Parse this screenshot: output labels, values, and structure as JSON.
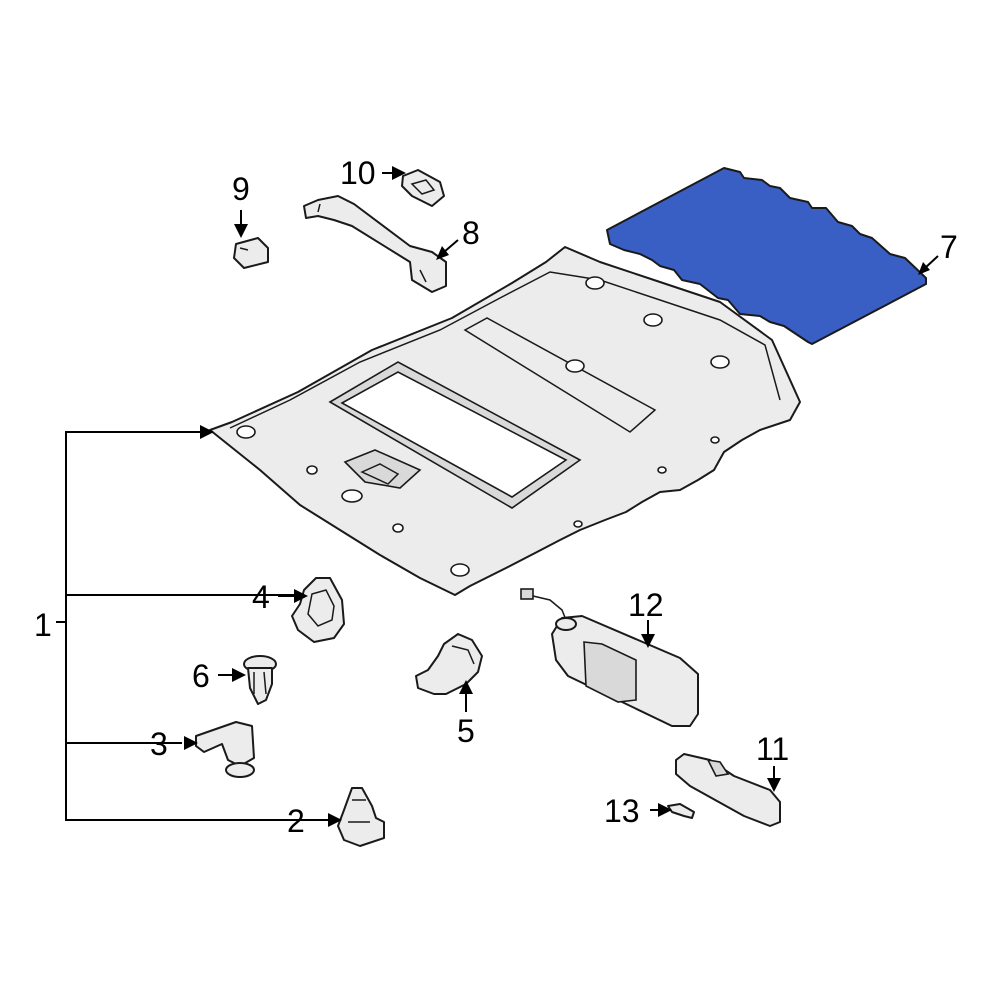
{
  "callouts": {
    "c1": "1",
    "c2": "2",
    "c3": "3",
    "c4": "4",
    "c5": "5",
    "c6": "6",
    "c7": "7",
    "c8": "8",
    "c9": "9",
    "c10": "10",
    "c11": "11",
    "c12": "12",
    "c13": "13"
  },
  "colors": {
    "highlight": "#3a5fc4",
    "outline": "#1a1a1a",
    "part_fill": "#ececec"
  }
}
